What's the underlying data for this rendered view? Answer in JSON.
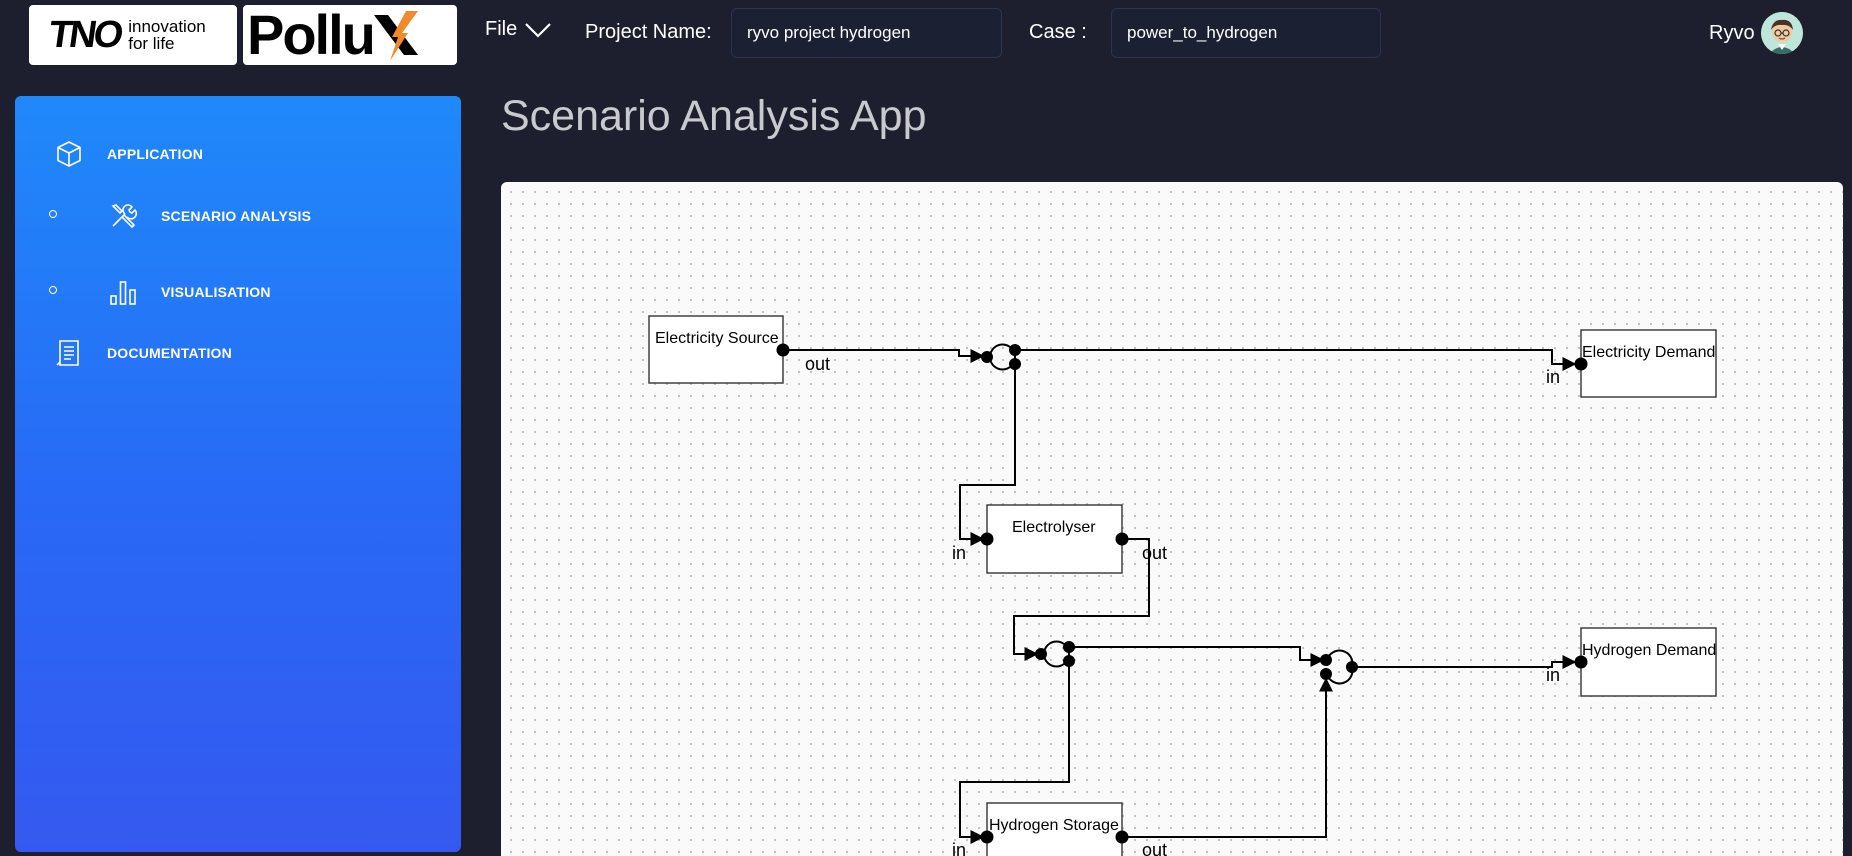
{
  "header": {
    "tno_mark": "TNO",
    "tno_tagline_1": "innovation",
    "tno_tagline_2": "for life",
    "pollux_word": "Pollu",
    "file_label": "File",
    "project_label": "Project Name:",
    "project_value": "ryvo project hydrogen",
    "case_label": "Case :",
    "case_value": "power_to_hydrogen",
    "user_name": "Ryvo"
  },
  "sidebar": {
    "items": [
      {
        "label": "APPLICATION",
        "icon": "cube-icon"
      },
      {
        "label": "SCENARIO ANALYSIS",
        "icon": "tools-icon"
      },
      {
        "label": "VISUALISATION",
        "icon": "bar-chart-icon"
      },
      {
        "label": "DOCUMENTATION",
        "icon": "document-icon"
      }
    ]
  },
  "main": {
    "title": "Scenario Analysis App"
  },
  "diagram": {
    "nodes": {
      "electricity_source": "Electricity Source",
      "electricity_demand": "Electricity Demand",
      "electrolyser": "Electrolyser",
      "hydrogen_demand": "Hydrogen Demand",
      "hydrogen_storage": "Hydrogen Storage"
    },
    "ports": {
      "out": "out",
      "in": "in"
    }
  },
  "colors": {
    "background": "#1e1f2e",
    "sidebar_top": "#1f89fa",
    "sidebar_bottom": "#3559f0",
    "canvas": "#fafafa",
    "title_text": "#c9cad0"
  }
}
